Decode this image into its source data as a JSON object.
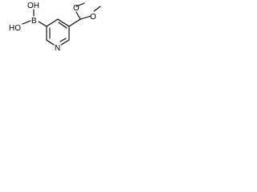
{
  "molecule": {
    "atoms": {
      "boron": "B",
      "hydroxyl_top": "OH",
      "hydroxyl_left": "HO",
      "nitrogen": "N",
      "oxygen_upper": "O",
      "oxygen_lower": "O"
    },
    "colors": {
      "line": "#000000",
      "background": "#ffffff"
    }
  }
}
